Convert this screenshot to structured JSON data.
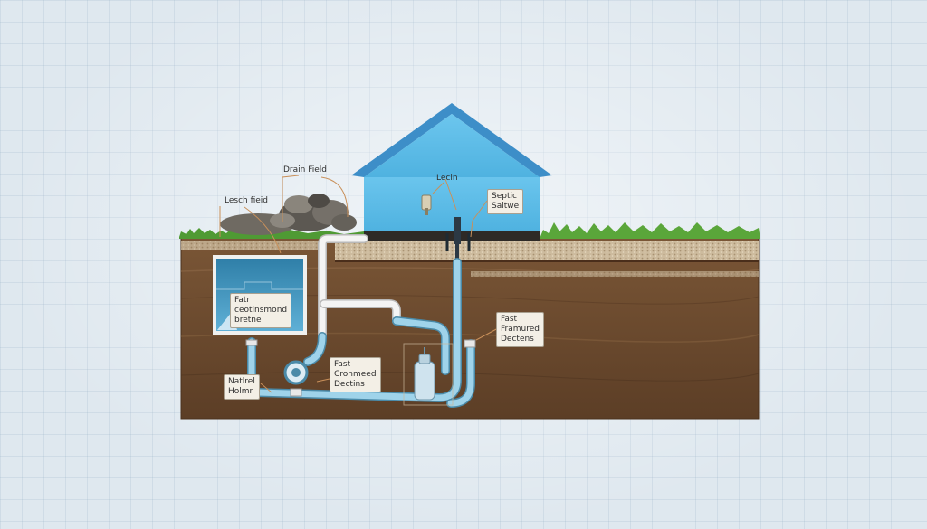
{
  "labels": {
    "drain_field": "Drain Field",
    "leach_field": "Lesch fieid",
    "leach_pipe": "Lecin",
    "septic_system": "Septic\nSaltwe",
    "tank_label": "Fatr\nceotinsmond\nbretne",
    "fast_framured": "Fast\nFramured\nDectens",
    "fast_cronmeed": "Fast\nCronmeed\nDectins",
    "natural_holmr": "Natlrel\nHolmr"
  },
  "colors": {
    "house": "#5fbfe8",
    "roof": "#3d8ec8",
    "soil": "#6e4a2e",
    "gravel": "#c9b79a",
    "grass": "#4f9a34",
    "pipe": "#8ec9e4",
    "pipe_white": "#f4f4f4",
    "tank_water": "#3d8fb8",
    "leader": "#c9905a"
  }
}
